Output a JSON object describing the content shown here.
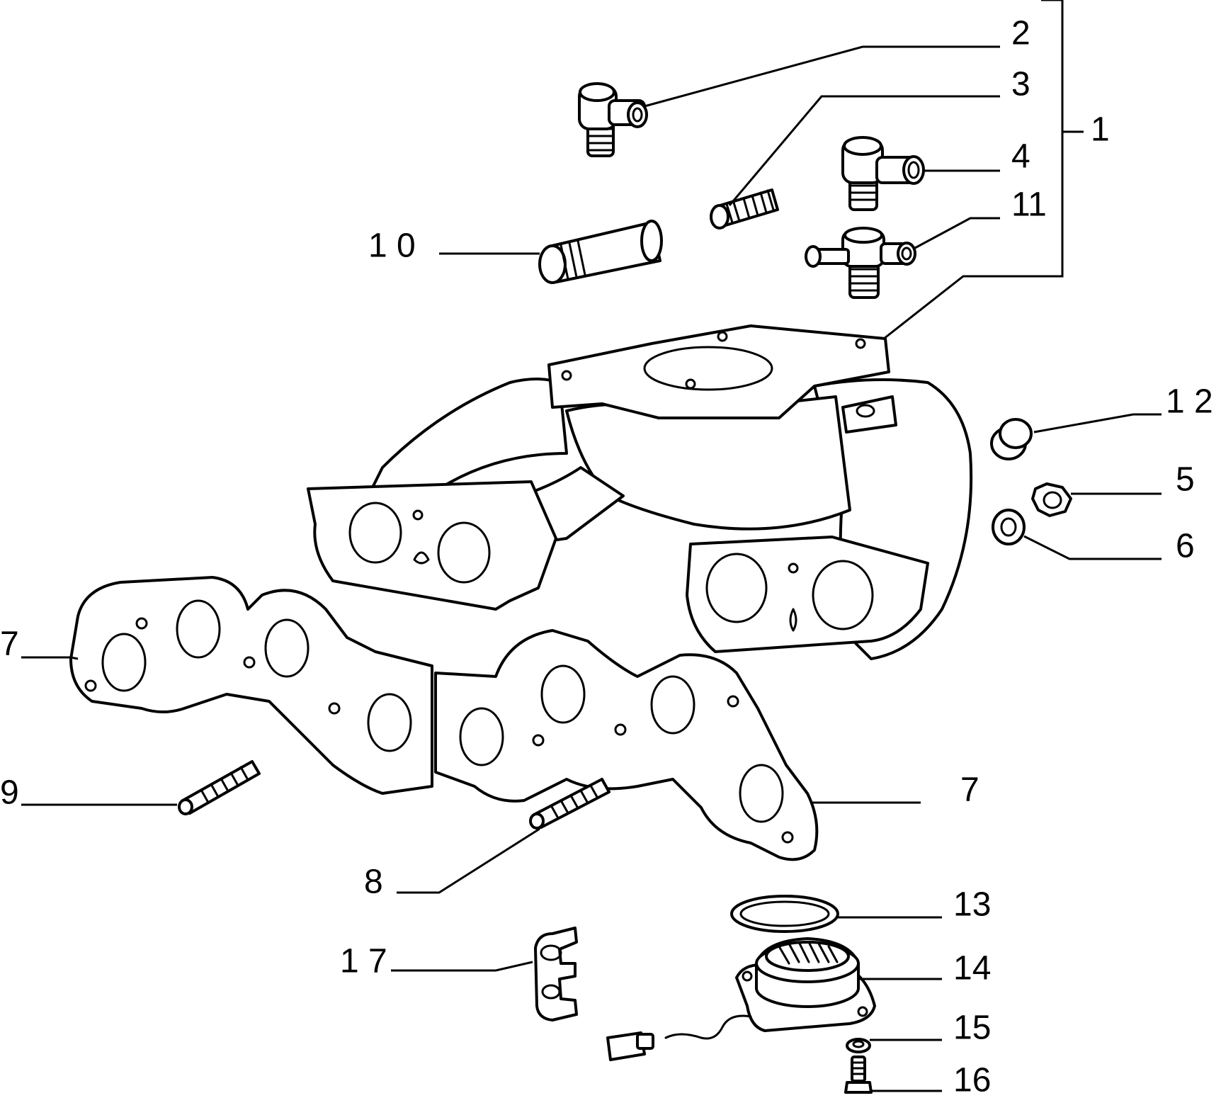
{
  "diagram": {
    "type": "exploded parts diagram",
    "colors": {
      "ink": "#000000",
      "paper": "#ffffff"
    },
    "callouts": [
      {
        "id": "c1",
        "label": "1"
      },
      {
        "id": "c2",
        "label": "2"
      },
      {
        "id": "c3",
        "label": "3"
      },
      {
        "id": "c4",
        "label": "4"
      },
      {
        "id": "c5",
        "label": "5"
      },
      {
        "id": "c6",
        "label": "6"
      },
      {
        "id": "c7a",
        "label": "7"
      },
      {
        "id": "c7b",
        "label": "7"
      },
      {
        "id": "c8",
        "label": "8"
      },
      {
        "id": "c9",
        "label": "9"
      },
      {
        "id": "c10",
        "label": "1 0"
      },
      {
        "id": "c11",
        "label": "11"
      },
      {
        "id": "c12",
        "label": "1 2"
      },
      {
        "id": "c13",
        "label": "13"
      },
      {
        "id": "c14",
        "label": "14"
      },
      {
        "id": "c15",
        "label": "15"
      },
      {
        "id": "c16",
        "label": "16"
      },
      {
        "id": "c17",
        "label": "1 7"
      }
    ]
  }
}
